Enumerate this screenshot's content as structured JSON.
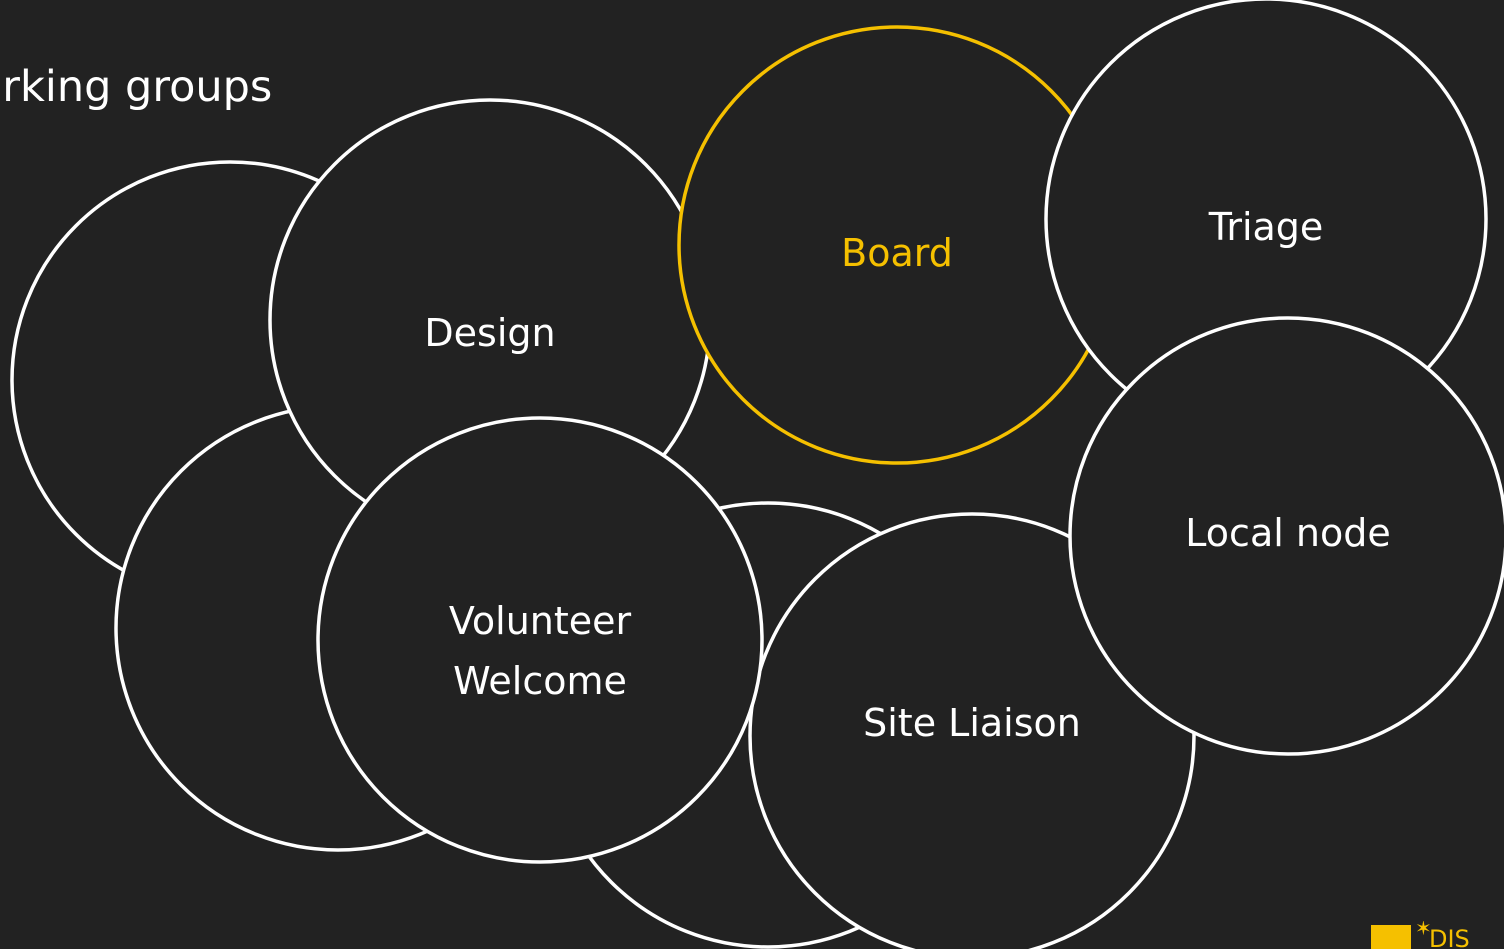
{
  "title": "orking groups",
  "colors": {
    "background": "#222222",
    "stroke": "#ffffff",
    "accent": "#f5c000"
  },
  "groups": [
    {
      "id": "unlabeled-left",
      "label": ""
    },
    {
      "id": "unlabeled-lower-left",
      "label": ""
    },
    {
      "id": "unlabeled-bottom",
      "label": ""
    },
    {
      "id": "design",
      "label": "Design"
    },
    {
      "id": "board",
      "label": "Board",
      "highlight": true
    },
    {
      "id": "site-liaison",
      "label": "Site Liaison"
    },
    {
      "id": "volunteer-welcome",
      "label": "Volunteer",
      "label2": "Welcome"
    },
    {
      "id": "triage",
      "label": "Triage"
    },
    {
      "id": "local-node",
      "label": "Local node"
    }
  ],
  "logo": {
    "text": "DIS"
  }
}
